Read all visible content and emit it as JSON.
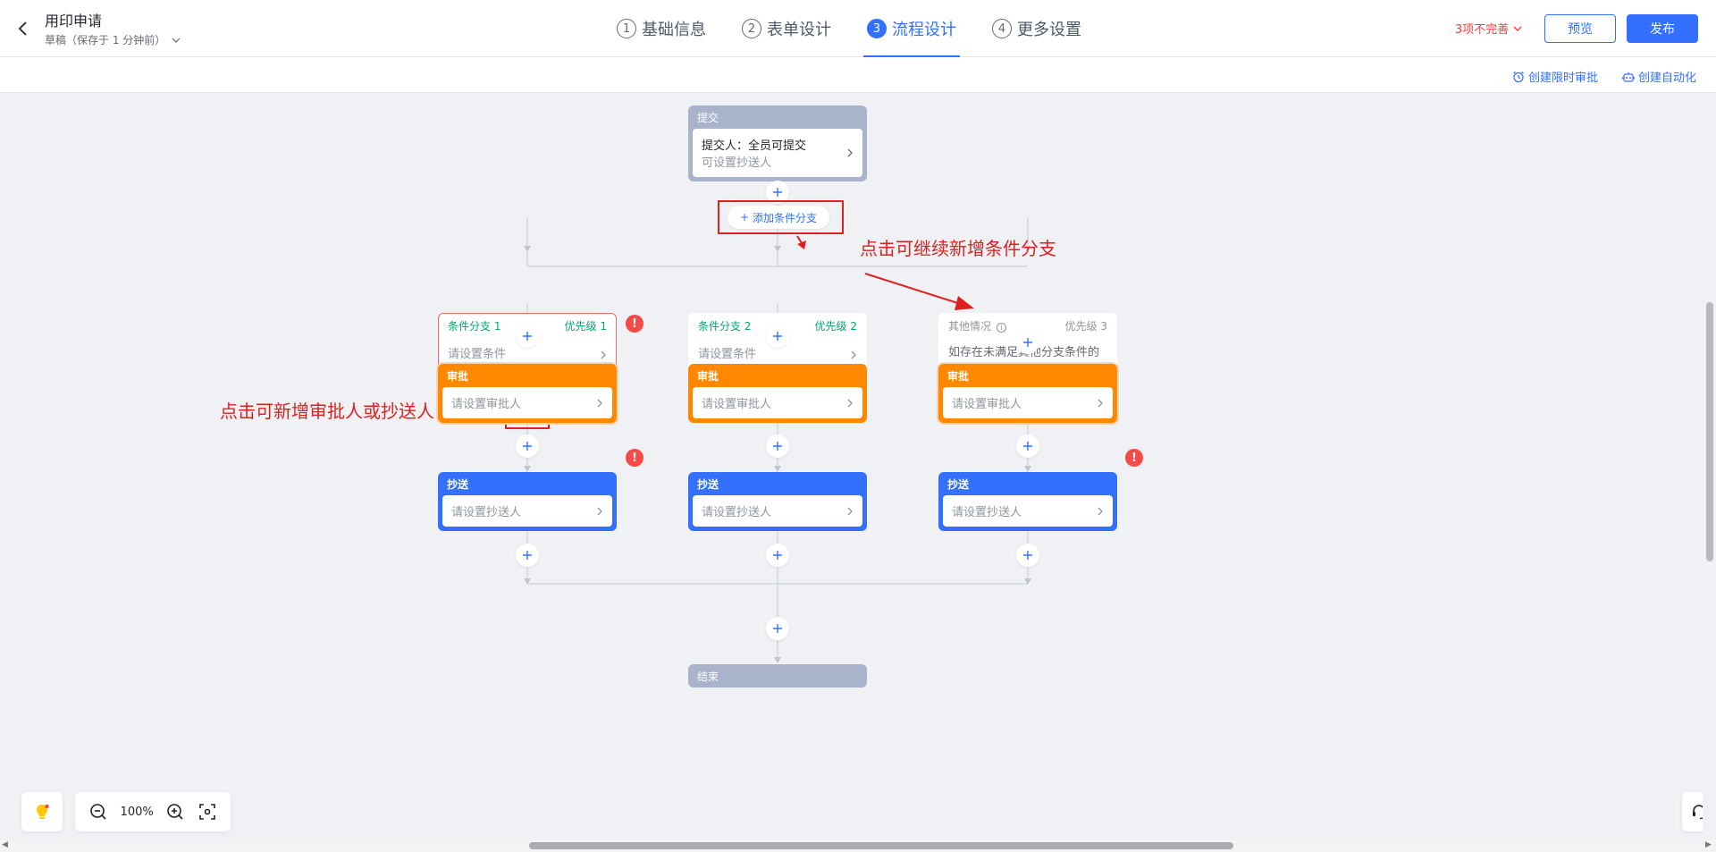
{
  "header": {
    "title": "用印申请",
    "draft_status": "草稿（保存于 1 分钟前）",
    "steps": [
      {
        "num": "1",
        "label": "基础信息"
      },
      {
        "num": "2",
        "label": "表单设计"
      },
      {
        "num": "3",
        "label": "流程设计"
      },
      {
        "num": "4",
        "label": "更多设置"
      }
    ],
    "active_step": 3,
    "incomplete_text": "3项不完善",
    "preview_label": "预览",
    "publish_label": "发布"
  },
  "toolbar": {
    "timed_approval": "创建限时审批",
    "automation": "创建自动化"
  },
  "flow": {
    "submit": {
      "head": "提交",
      "line1": "提交人：全员可提交",
      "line2": "可设置抄送人"
    },
    "add_branch_label": "添加条件分支",
    "branches": [
      {
        "name": "条件分支 1",
        "priority": "优先级 1",
        "body": "请设置条件",
        "approve_head": "审批",
        "approve_body": "请设置审批人",
        "cc_head": "抄送",
        "cc_body": "请设置抄送人"
      },
      {
        "name": "条件分支 2",
        "priority": "优先级 2",
        "body": "请设置条件",
        "approve_head": "审批",
        "approve_body": "请设置审批人",
        "cc_head": "抄送",
        "cc_body": "请设置抄送人"
      },
      {
        "name": "其他情况",
        "priority": "优先级 3",
        "body": "如存在未满足其他分支条件的情况，则进入此分支",
        "approve_head": "审批",
        "approve_body": "请设置审批人",
        "cc_head": "抄送",
        "cc_body": "请设置抄送人"
      }
    ],
    "end_label": "结束",
    "error_mark": "!"
  },
  "annotations": {
    "add_branch_hint": "点击可继续新增条件分支",
    "add_node_hint": "点击可新增审批人或抄送人"
  },
  "zoom": {
    "level": "100%"
  },
  "colors": {
    "accent": "#3370ff",
    "approve": "#ff8800",
    "error": "#f54a45",
    "annotation": "#e0201f"
  }
}
